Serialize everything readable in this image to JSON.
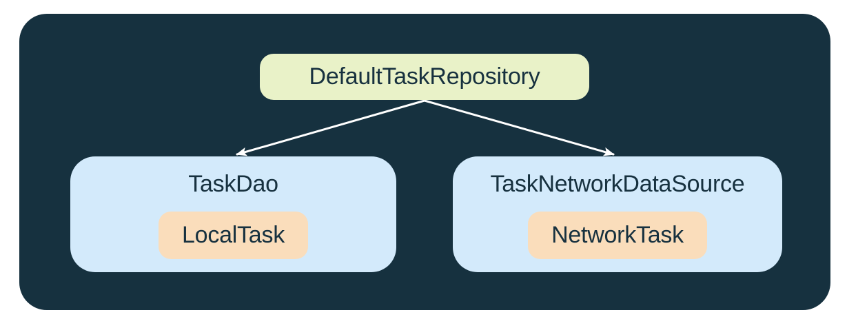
{
  "diagram": {
    "root": {
      "label": "DefaultTaskRepository"
    },
    "children": [
      {
        "label": "TaskDao",
        "chip": "LocalTask"
      },
      {
        "label": "TaskNetworkDataSource",
        "chip": "NetworkTask"
      }
    ]
  },
  "colors": {
    "page_background": "#ffffff",
    "container_background": "#16313f",
    "repository_box": "#e9f2c8",
    "datasource_box": "#d3eafb",
    "model_chip": "#faddbb",
    "label_text": "#17313f",
    "arrow": "#ffffff"
  }
}
